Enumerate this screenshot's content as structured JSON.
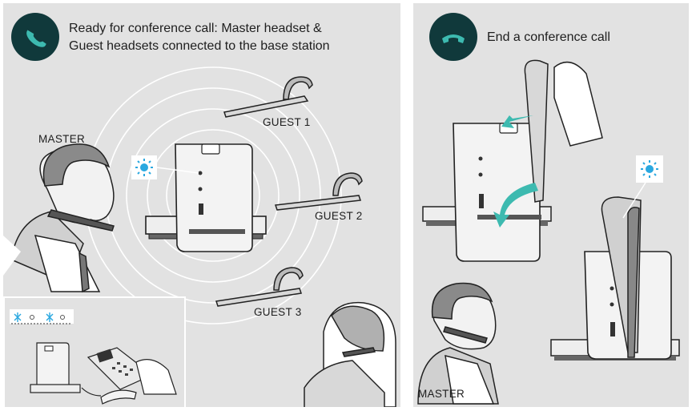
{
  "left": {
    "caption_line1": "Ready for conference call: Master headset &",
    "caption_line2": "Guest headsets connected to the base station",
    "icon": "phone-call-icon",
    "labels": {
      "master": "MASTER",
      "guest1": "GUEST 1",
      "guest2": "GUEST 2",
      "guest3": "GUEST 3"
    }
  },
  "right": {
    "caption": "End a conference call",
    "icon": "phone-hangup-icon",
    "labels": {
      "master": "MASTER"
    }
  },
  "colors": {
    "badge": "#10393b",
    "icon_teal": "#3dbab0",
    "led_blue": "#2aa8e0",
    "panel_bg": "#e2e2e2"
  }
}
